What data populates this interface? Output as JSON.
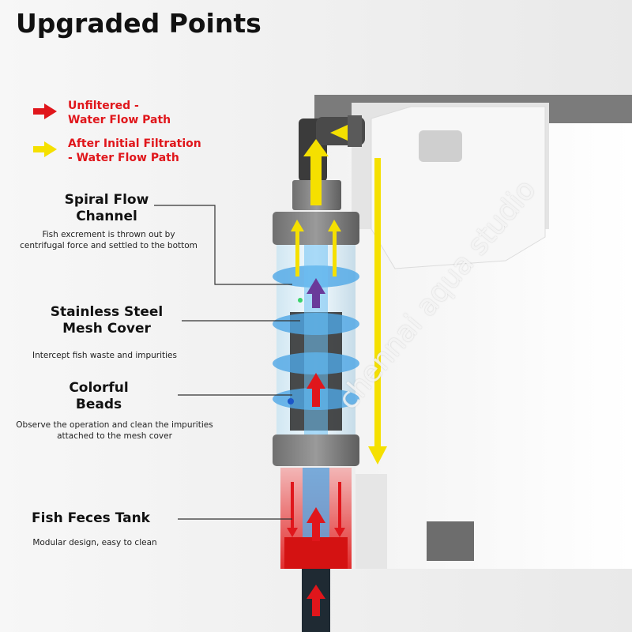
{
  "title": "Upgraded Points",
  "legend": [
    {
      "text": "Unfiltered -\nWater Flow Path",
      "color": "#e0161b"
    },
    {
      "text": "After Initial Filtration\n- Water Flow Path",
      "color": "#f5e000"
    }
  ],
  "features": [
    {
      "title": "Spiral Flow\nChannel",
      "desc": "Fish excrement is thrown out by\ncentrifugal force and settled to the bottom"
    },
    {
      "title": "Stainless Steel\nMesh Cover",
      "desc": "Intercept fish waste and impurities"
    },
    {
      "title": "Colorful\nBeads",
      "desc": "Observe the operation and clean the impurities\nattached to the mesh cover"
    },
    {
      "title": "Fish Feces Tank",
      "desc": "Modular design, easy to clean"
    }
  ],
  "watermark": "chennai aqua studio",
  "icons": [
    "red-arrow-icon",
    "yellow-arrow-icon"
  ]
}
